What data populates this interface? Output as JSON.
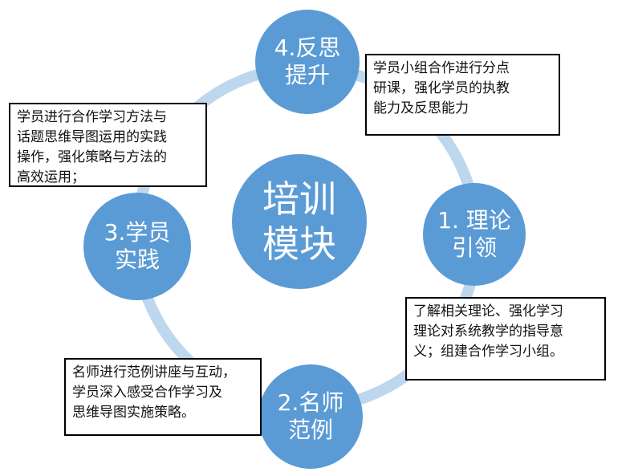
{
  "center": {
    "line1": "培训",
    "line2": "模块"
  },
  "modules": [
    {
      "line1": "4.反思",
      "line2": "提升"
    },
    {
      "line1": "1. 理论",
      "line2": "引领"
    },
    {
      "line1": "2.名师",
      "line2": "范例"
    },
    {
      "line1": "3.学员",
      "line2": "实践"
    }
  ],
  "notes": {
    "top_left": [
      "学员进行合作学习方法与",
      "话题思维导图运用的实践",
      "操作，强化策略与方法的",
      "高效运用；"
    ],
    "top_right": [
      "学员小组合作进行分点",
      "研课，强化学员的执教",
      "能力及反思能力"
    ],
    "bottom_right": [
      "了解相关理论、强化学习",
      "理论对系统教学的指导意",
      "义；组建合作学习小组。"
    ],
    "bottom_left": [
      "名师进行范例讲座与互动，",
      "学员深入感受合作学习及",
      "思维导图实施策略。"
    ]
  },
  "colors": {
    "node_fill": "#5b9bd5",
    "ring": "#bdd7ee",
    "box_border": "#000000"
  }
}
